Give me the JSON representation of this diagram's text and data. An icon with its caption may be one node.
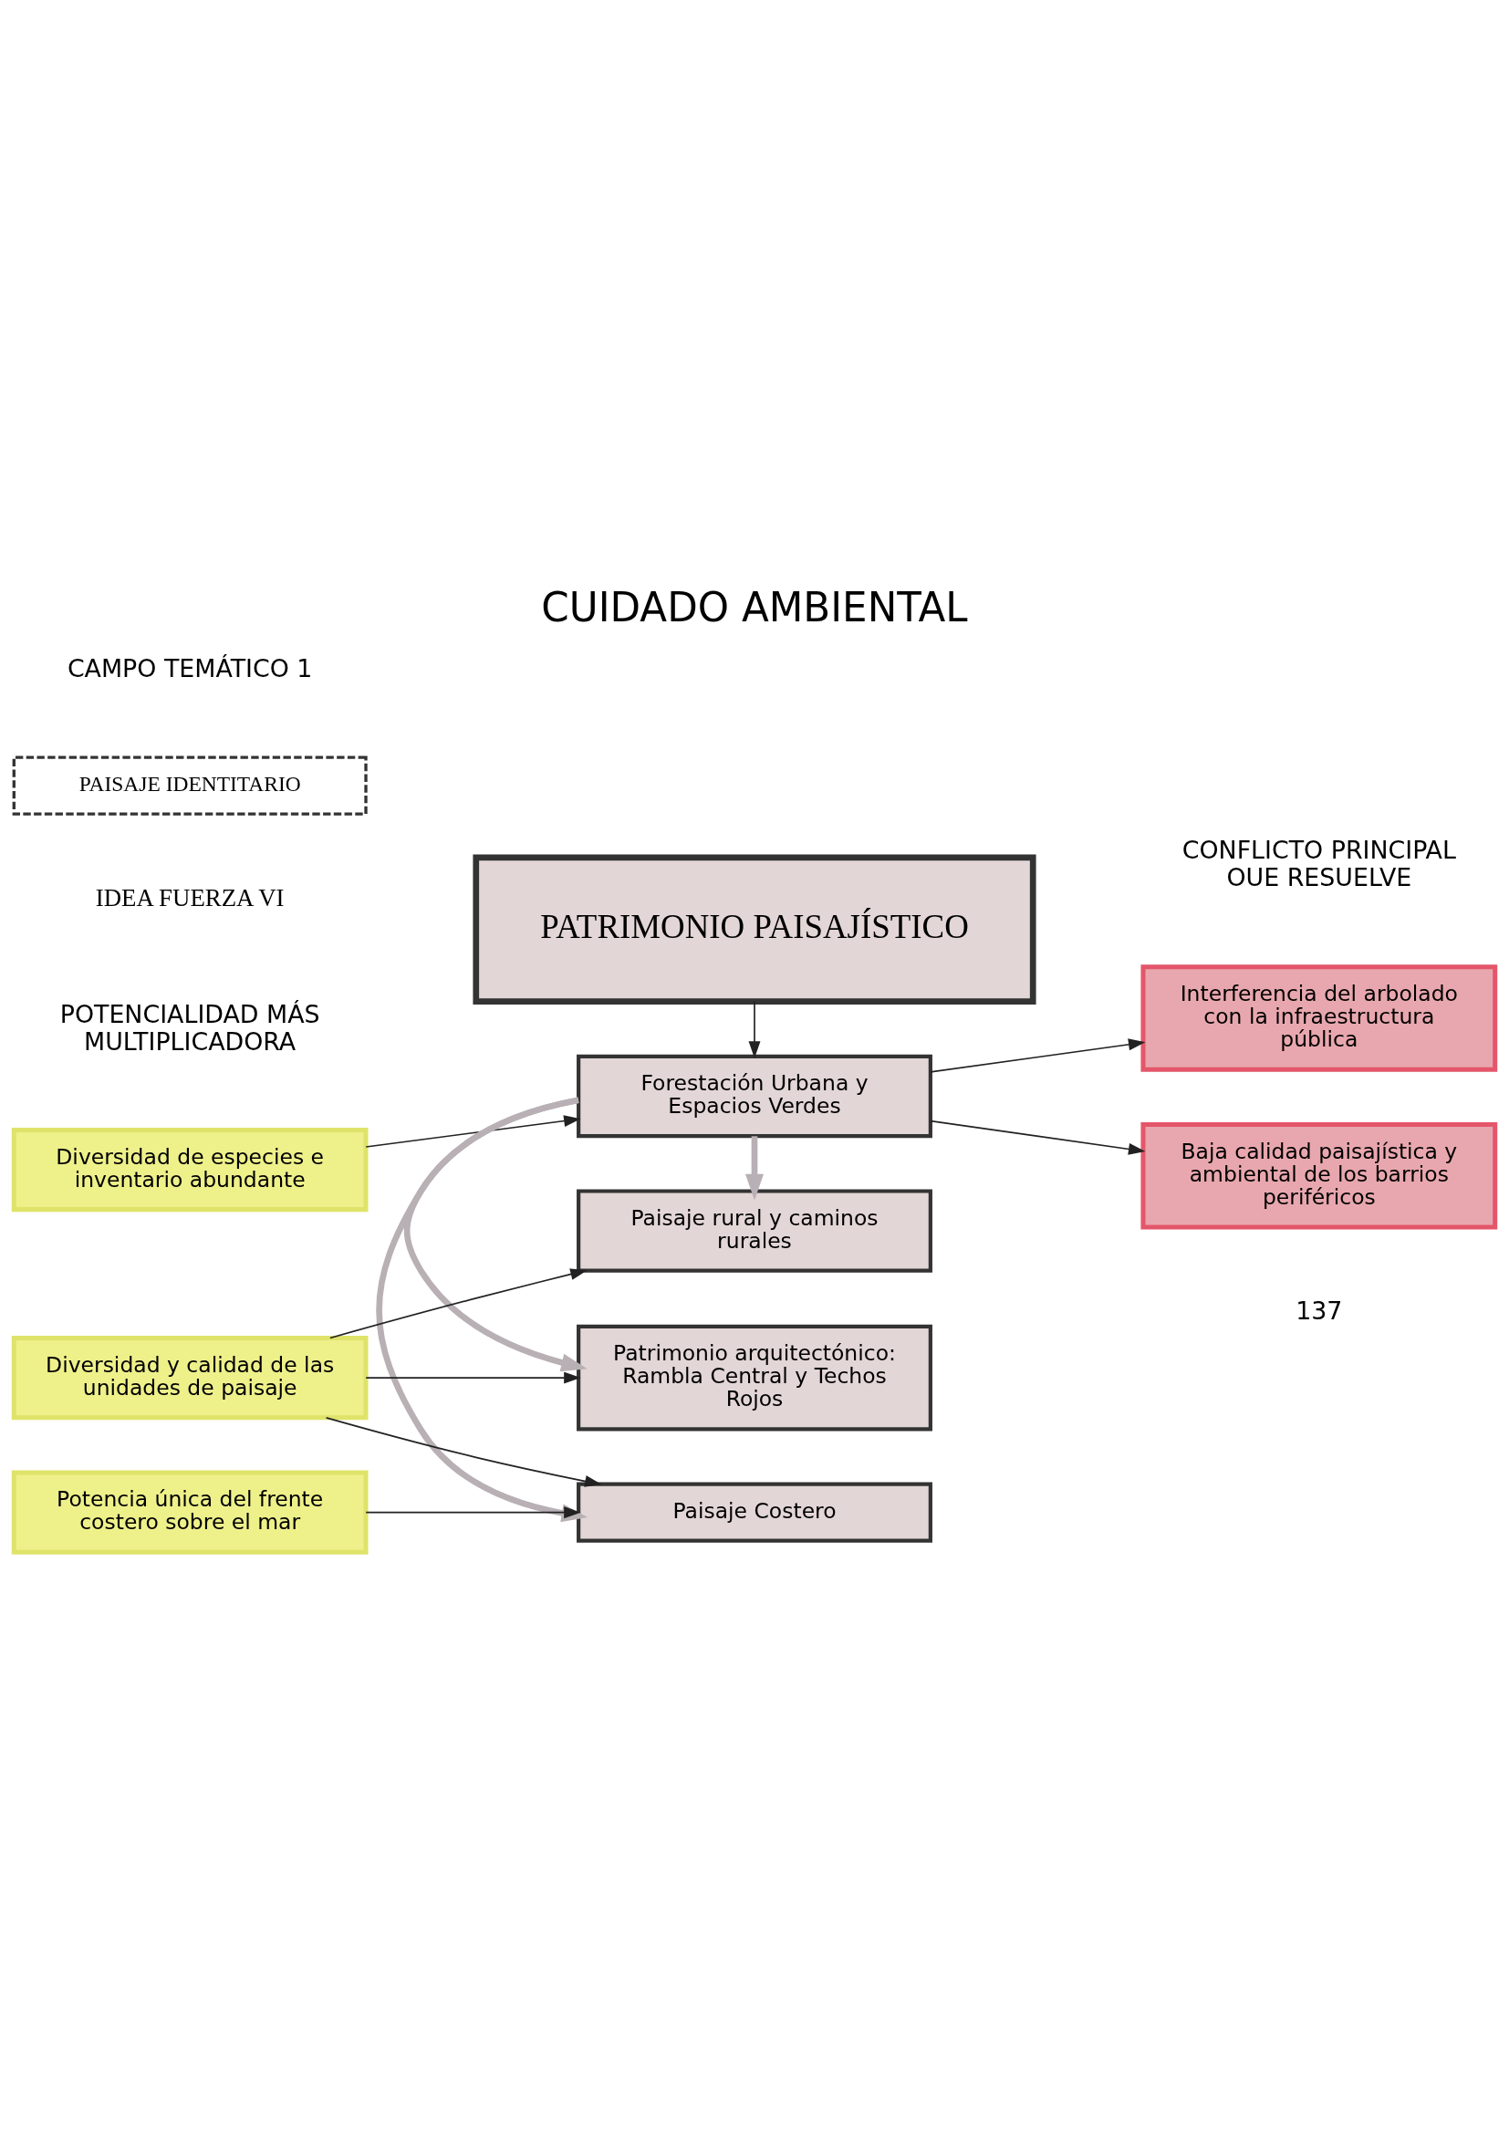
{
  "diagram": {
    "title": "CUIDADO AMBIENTAL",
    "nodes": [
      {
        "text": [
          "PAISAJE IDENTITARIO"
        ]
      },
      {
        "text": [
          "PATRIMONIO PAISAJÍSTICO"
        ]
      },
      {
        "text": [
          "Diversidad de especies e inventario abundante"
        ]
      },
      {
        "text": [
          "Forestación Urbana y Espacios Verdes"
        ]
      },
      {
        "text": [
          "Interferencia del arbolado con la infraestructura pública"
        ]
      },
      {
        "text": [
          "Paisaje rural y caminos rurales"
        ]
      },
      {
        "text": [
          "Baja calidad paisajística y ambiental de los barrios periféricos"
        ]
      },
      {
        "text": [
          "Diversidad y calidad de las unidades de paisaje"
        ]
      },
      {
        "text": [
          "Patrimonio arquitectónico: Rambla Central y Techos Rojos"
        ]
      },
      {
        "text": [
          "Potencia única del frente costero sobre el mar"
        ]
      },
      {
        "text": [
          "Paisaje Costero"
        ]
      }
    ],
    "edges": [
      {
        "from": 1,
        "to": 3,
        "arrow": "to"
      },
      {
        "from": 2,
        "to": 3,
        "arrow": "to"
      },
      {
        "from": 3,
        "to": 4,
        "arrow": "to"
      },
      {
        "from": 3,
        "to": 6,
        "arrow": "to"
      },
      {
        "from": 3,
        "to": 5,
        "arrow": "to",
        "style": "thick",
        "color": "#b8b0b4"
      },
      {
        "from": 3,
        "to": 8,
        "arrow": "to",
        "style": "thick",
        "color": "#b8b0b4"
      },
      {
        "from": 3,
        "to": 10,
        "arrow": "to",
        "style": "thick",
        "color": "#b8b0b4"
      },
      {
        "from": 7,
        "to": 5,
        "arrow": "to"
      },
      {
        "from": 7,
        "to": 8,
        "arrow": "to"
      },
      {
        "from": 7,
        "to": 10,
        "arrow": "to"
      },
      {
        "from": 9,
        "to": 10,
        "arrow": "to"
      }
    ],
    "labels": [
      "CAMPO TEMÁTICO 1",
      "IDEA FUERZA VI",
      "POTENCIALIDAD MÁS MULTIPLICADORA",
      "CONFLICTO PRINCIPAL OUE RESUELVE",
      "137"
    ]
  }
}
